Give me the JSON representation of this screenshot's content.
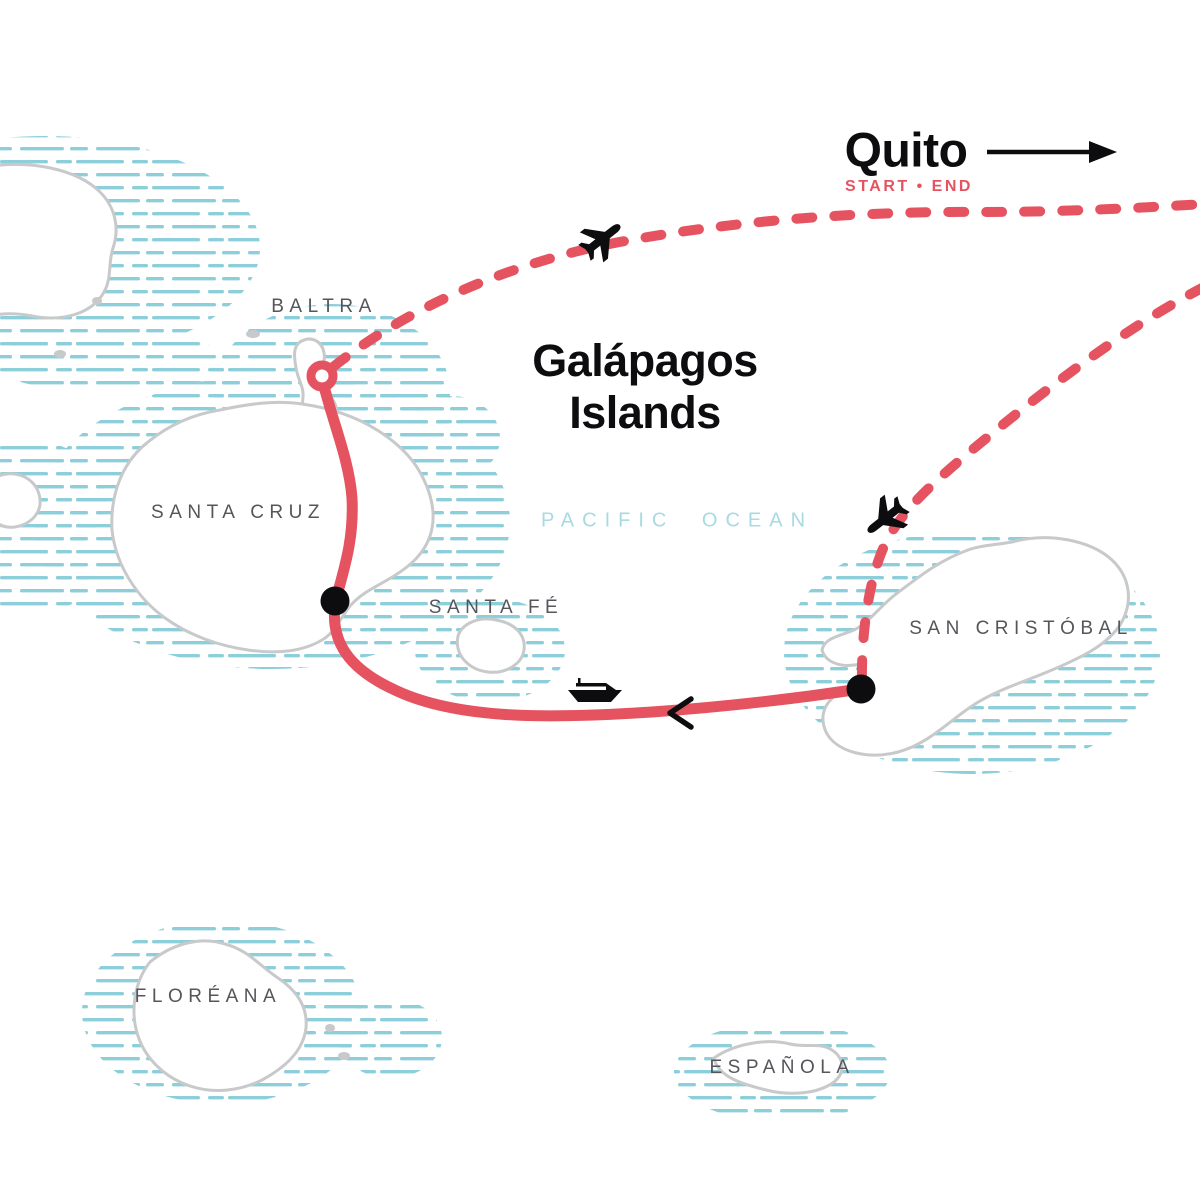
{
  "map": {
    "title": {
      "line1": "Galápagos",
      "line2": "Islands"
    },
    "ocean_label": "PACIFIC OCEAN",
    "city_quito": {
      "name": "Quito",
      "status": "START • END"
    },
    "island_labels": {
      "baltra": "BALTRA",
      "santa_cruz": "SANTA CRUZ",
      "santa_fe": "SANTA FÉ",
      "san_cristobal": "SAN CRISTÓBAL",
      "floreana": "FLORÉANA",
      "espanola": "ESPAÑOLA"
    },
    "route": {
      "stops": [
        "Quito",
        "San Cristóbal",
        "Santa Cruz",
        "Baltra",
        "Quito"
      ],
      "segments": [
        {
          "from": "Quito",
          "to": "San Cristóbal",
          "mode": "plane",
          "line": "dashed"
        },
        {
          "from": "San Cristóbal",
          "to": "Santa Cruz",
          "mode": "boat",
          "line": "solid"
        },
        {
          "from": "Santa Cruz",
          "to": "Baltra",
          "mode": "boat",
          "line": "solid"
        },
        {
          "from": "Baltra",
          "to": "Quito",
          "mode": "plane",
          "line": "dashed"
        }
      ]
    },
    "colors": {
      "route_red": "#E65360",
      "ripple_teal": "#8CCEDA",
      "island_outline_gray": "#C8C9CA",
      "label_gray": "#54565A",
      "ocean_text_blue": "#A7DAE2",
      "ink_black": "#0D0D0F"
    },
    "icons": {
      "airplane": "airplane-icon",
      "boat": "boat-icon",
      "direction_chevron": "chevron-left-icon",
      "quito_arrow": "arrow-right-icon",
      "start_marker": "ring-marker",
      "port_marker": "dot-marker"
    }
  }
}
